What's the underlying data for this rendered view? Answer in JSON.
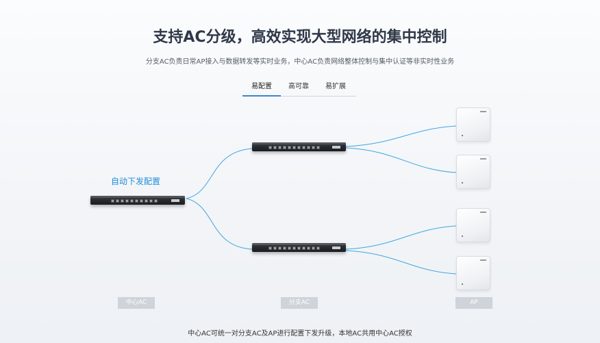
{
  "header": {
    "title": "支持AC分级，高效实现大型网络的集中控制",
    "subtitle": "分支AC负责日常AP接入与数据转发等实时业务，中心AC负责网络整体控制与集中认证等非实时性业务"
  },
  "tabs": [
    {
      "label": "易配置",
      "active": true
    },
    {
      "label": "高可靠",
      "active": false
    },
    {
      "label": "易扩展",
      "active": false
    }
  ],
  "diagram": {
    "annotation": "自动下发配置",
    "labels": {
      "center": "中心AC",
      "branch": "分支AC",
      "ap": "AP"
    },
    "line_color": "#3fa6e0"
  },
  "footer": {
    "text": "中心AC可统一对分支AC及AP进行配置下发升级，本地AC共用中心AC授权"
  },
  "colors": {
    "accent": "#3b86c9",
    "annotation": "#1d8ddc",
    "label_bg": "#cfd3da"
  }
}
